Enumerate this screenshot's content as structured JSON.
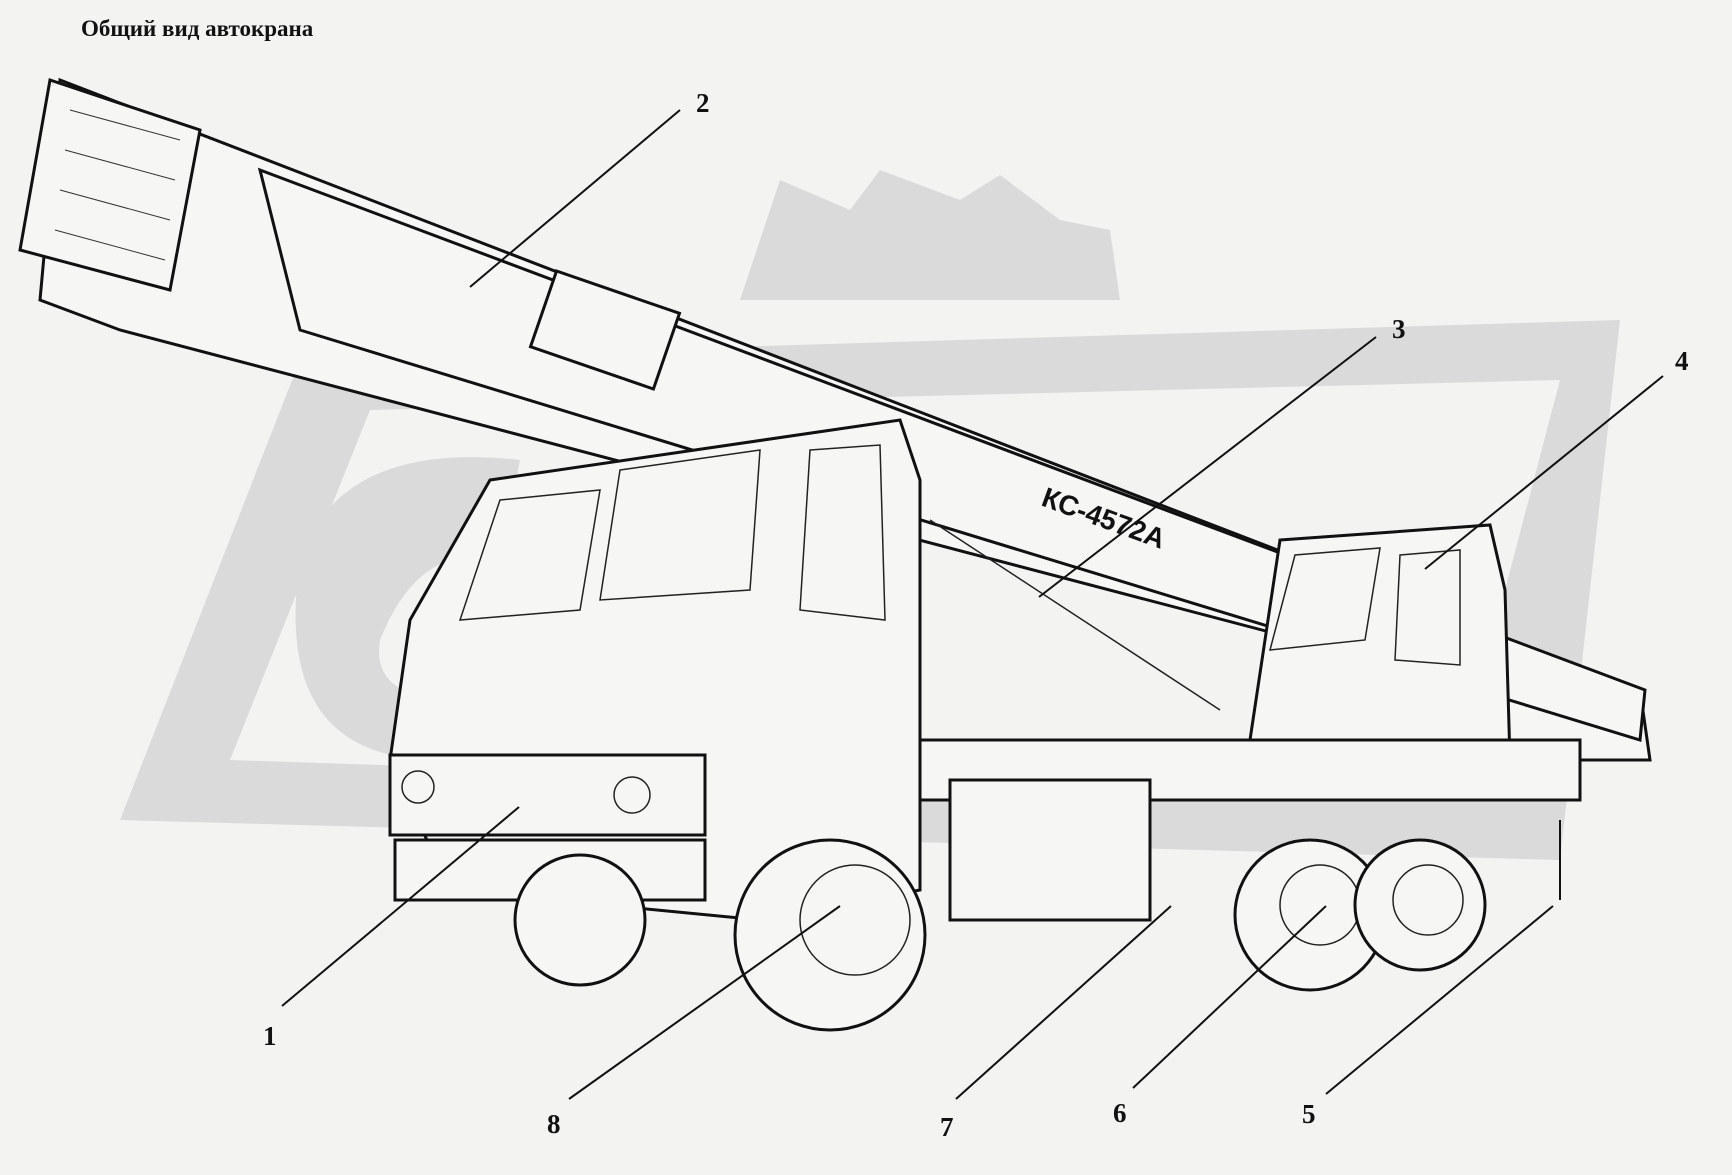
{
  "title": "Общий вид автокрана",
  "boom_marking": "КС-4572А",
  "watermark_color": "#d9d9d9",
  "callouts": [
    {
      "number": "1"
    },
    {
      "number": "2"
    },
    {
      "number": "3"
    },
    {
      "number": "4"
    },
    {
      "number": "5"
    },
    {
      "number": "6"
    },
    {
      "number": "7"
    },
    {
      "number": "8"
    }
  ]
}
